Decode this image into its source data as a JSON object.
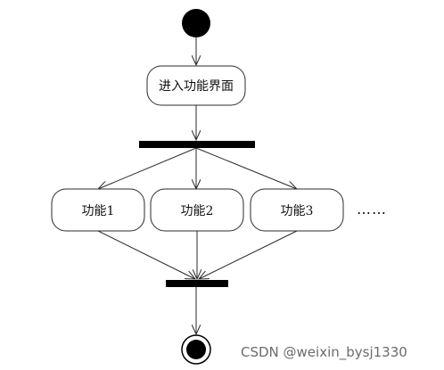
{
  "diagram": {
    "entry_label": "进入功能界面",
    "functions": [
      {
        "label": "功能1"
      },
      {
        "label": "功能2"
      },
      {
        "label": "功能3"
      }
    ],
    "ellipsis": "……",
    "watermark": "CSDN @weixin_bysj1330",
    "colors": {
      "stroke": "#2b2b2b",
      "bar": "#000000",
      "node": "#000000",
      "text": "#111111",
      "watermark": "#6b6b6b"
    }
  }
}
